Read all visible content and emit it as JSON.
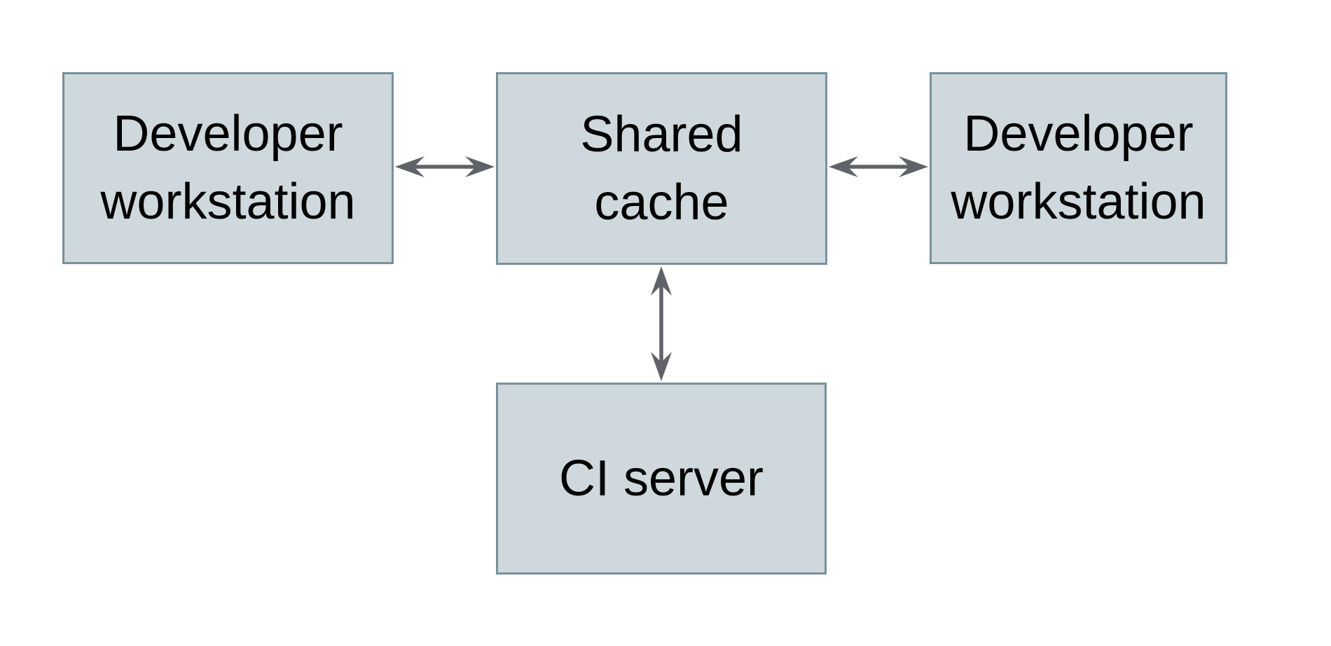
{
  "diagram": {
    "description": "Shared cache topology diagram: two developer workstations and a CI server each connected bidirectionally to a shared cache",
    "nodes": [
      {
        "id": "developer-workstation-left",
        "label": "Developer workstation",
        "lines": [
          "Developer",
          "workstation"
        ]
      },
      {
        "id": "shared-cache",
        "label": "Shared cache",
        "lines": [
          "Shared",
          "cache"
        ]
      },
      {
        "id": "developer-workstation-right",
        "label": "Developer workstation",
        "lines": [
          "Developer",
          "workstation"
        ]
      },
      {
        "id": "ci-server",
        "label": "CI server",
        "lines": [
          "CI server"
        ]
      }
    ],
    "edges": [
      {
        "from": "developer-workstation-left",
        "to": "shared-cache",
        "type": "bidirectional",
        "orientation": "horizontal"
      },
      {
        "from": "shared-cache",
        "to": "developer-workstation-right",
        "type": "bidirectional",
        "orientation": "horizontal"
      },
      {
        "from": "shared-cache",
        "to": "ci-server",
        "type": "bidirectional",
        "orientation": "vertical"
      }
    ],
    "colors": {
      "background": "#ffffff",
      "node_fill": "#cfd8dc",
      "node_border": "#78909c",
      "arrow": "#5f6368",
      "text": "#000000"
    }
  }
}
